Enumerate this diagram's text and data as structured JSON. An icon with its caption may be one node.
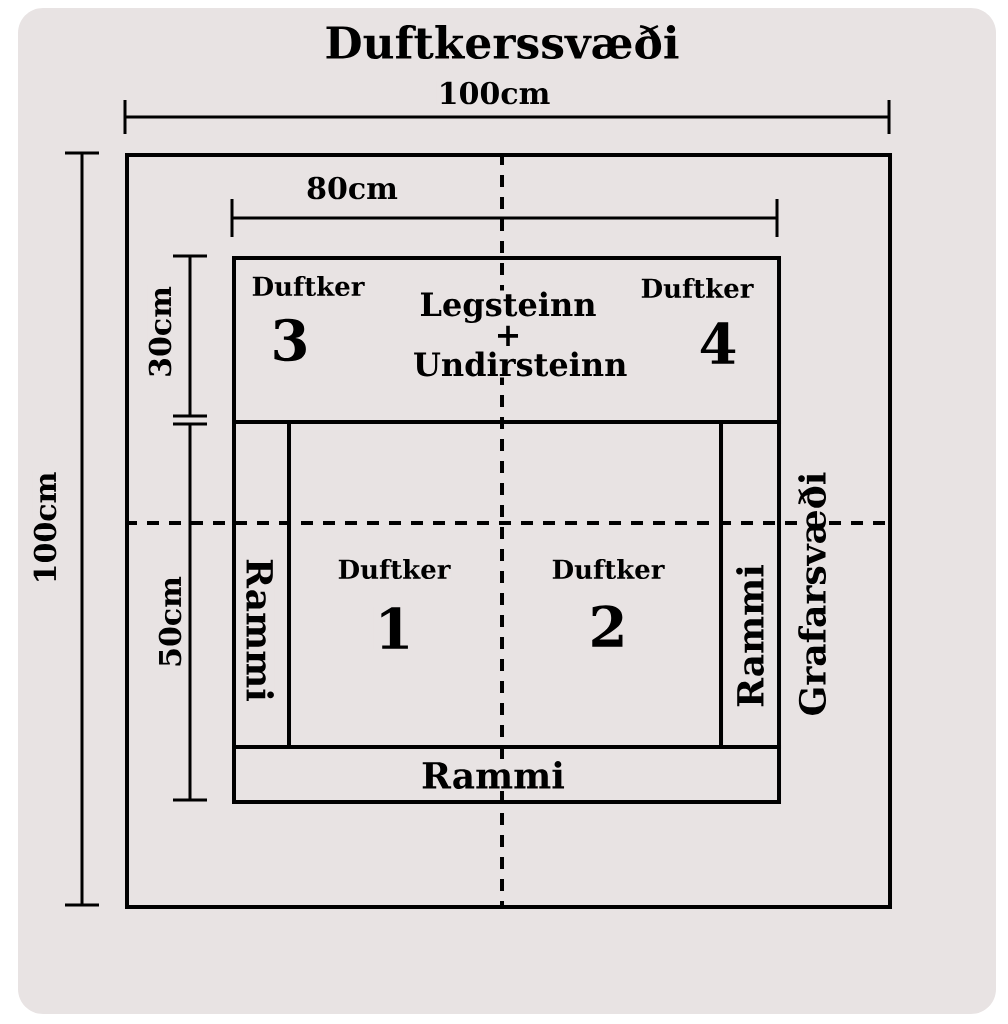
{
  "diagram": {
    "title": "Duftkerssvæði",
    "nodes": [
      {
        "text": [
          "Grafarsvæði"
        ]
      },
      {
        "text": [
          "Duftker",
          "3",
          "Legsteinn + Undirsteinn",
          "Duftker",
          "4"
        ],
        "in": 0
      },
      {
        "text": [
          "Rammi"
        ],
        "in": 0
      },
      {
        "text": [
          "Duftker",
          "1",
          "Duftker",
          "2"
        ],
        "in": 0
      },
      {
        "text": [
          "Rammi"
        ],
        "in": 0
      },
      {
        "text": [
          "Rammi"
        ],
        "in": 0
      }
    ],
    "labels": [
      "100cm",
      "80cm",
      "30cm",
      "100cm",
      "50cm"
    ]
  }
}
